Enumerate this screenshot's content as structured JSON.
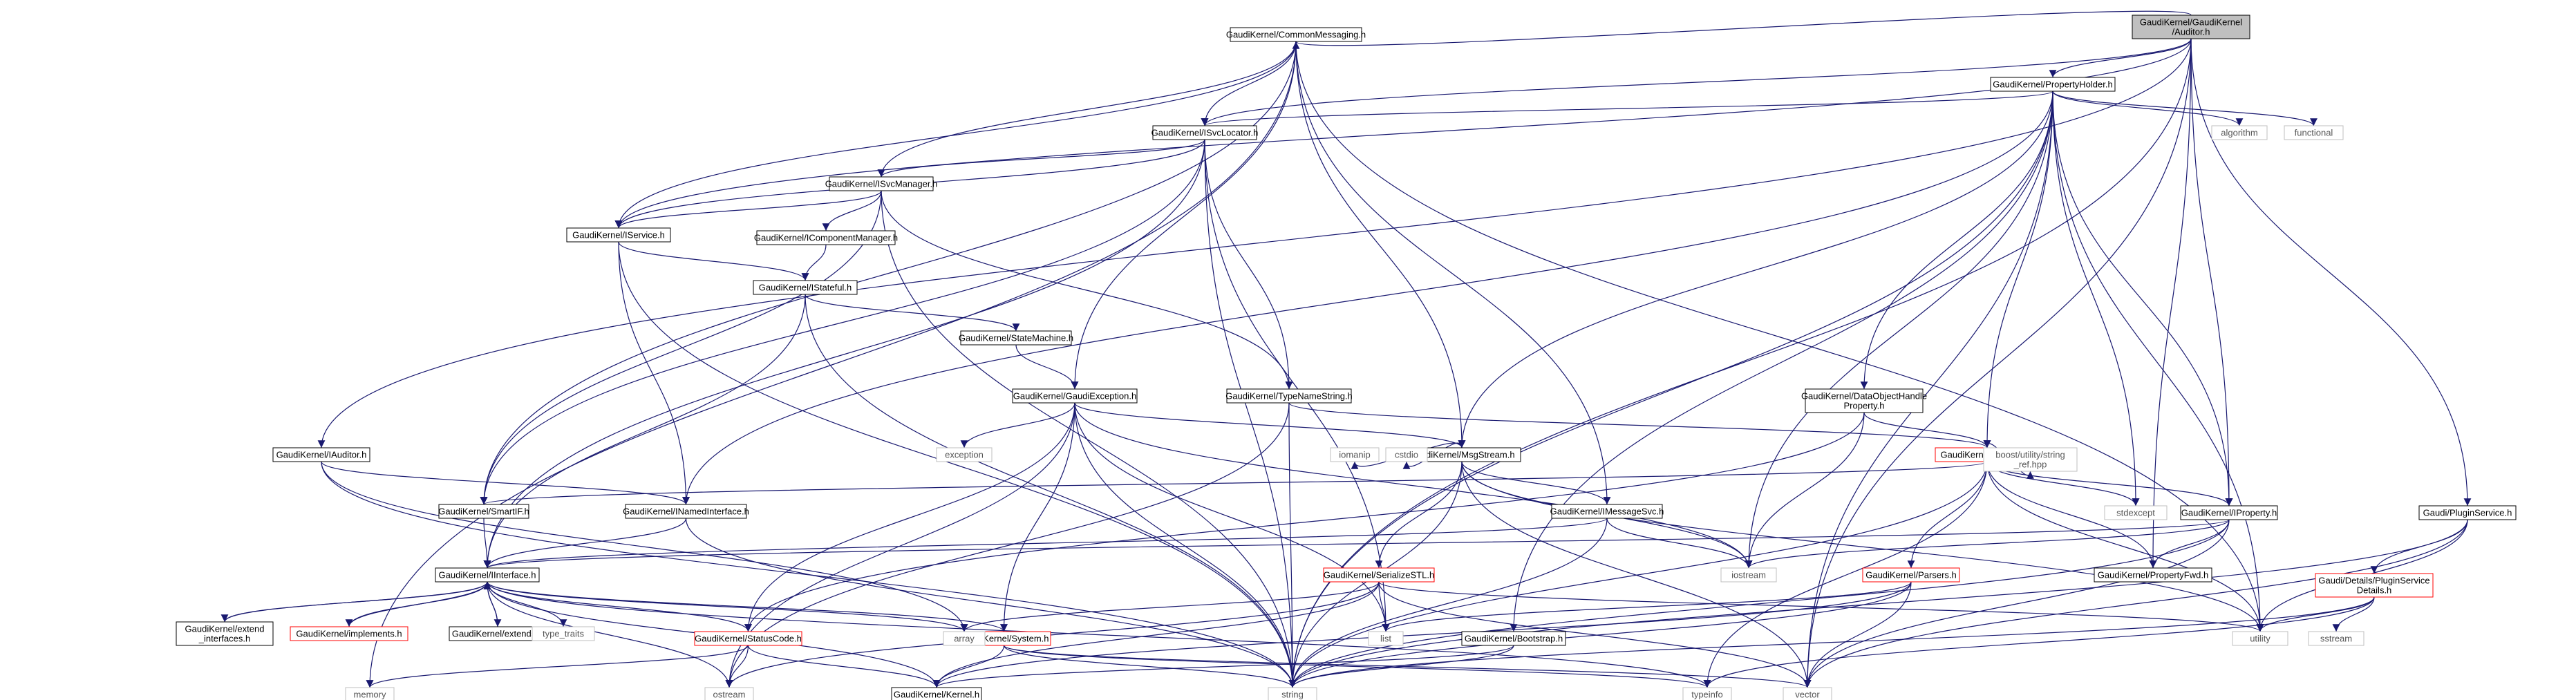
{
  "colors": {
    "edge": "#191970",
    "bordered": "#000000",
    "missing": "#ff0000",
    "plain": "#bfbfbf",
    "root_fill": "#bfbfbf"
  },
  "nodes": [
    {
      "id": "auditor",
      "lines": [
        "GaudiKernel/GaudiKernel",
        "/Auditor.h"
      ],
      "style": "root"
    },
    {
      "id": "commonmessaging",
      "lines": [
        "GaudiKernel/CommonMessaging.h"
      ],
      "style": "bordered"
    },
    {
      "id": "propertyholder",
      "lines": [
        "GaudiKernel/PropertyHolder.h"
      ],
      "style": "bordered"
    },
    {
      "id": "isvclocator",
      "lines": [
        "GaudiKernel/ISvcLocator.h"
      ],
      "style": "bordered"
    },
    {
      "id": "isvcmanager",
      "lines": [
        "GaudiKernel/ISvcManager.h"
      ],
      "style": "bordered"
    },
    {
      "id": "iservice",
      "lines": [
        "GaudiKernel/IService.h"
      ],
      "style": "bordered"
    },
    {
      "id": "icomponentmanager",
      "lines": [
        "GaudiKernel/IComponentManager.h"
      ],
      "style": "bordered"
    },
    {
      "id": "istateful",
      "lines": [
        "GaudiKernel/IStateful.h"
      ],
      "style": "bordered"
    },
    {
      "id": "statemachine",
      "lines": [
        "GaudiKernel/StateMachine.h"
      ],
      "style": "bordered"
    },
    {
      "id": "gaudiexception",
      "lines": [
        "GaudiKernel/GaudiException.h"
      ],
      "style": "bordered"
    },
    {
      "id": "typenamestring",
      "lines": [
        "GaudiKernel/TypeNameString.h"
      ],
      "style": "bordered"
    },
    {
      "id": "dataobjecthandleproperty",
      "lines": [
        "GaudiKernel/DataObjectHandle",
        "Property.h"
      ],
      "style": "bordered"
    },
    {
      "id": "iauditor",
      "lines": [
        "GaudiKernel/IAuditor.h"
      ],
      "style": "bordered"
    },
    {
      "id": "msgstream",
      "lines": [
        "GaudiKernel/MsgStream.h"
      ],
      "style": "bordered"
    },
    {
      "id": "property",
      "lines": [
        "GaudiKernel/Property.h"
      ],
      "style": "missing"
    },
    {
      "id": "smartif",
      "lines": [
        "GaudiKernel/SmartIF.h"
      ],
      "style": "bordered"
    },
    {
      "id": "inamedinterface",
      "lines": [
        "GaudiKernel/INamedInterface.h"
      ],
      "style": "bordered"
    },
    {
      "id": "imessagesvc",
      "lines": [
        "GaudiKernel/IMessageSvc.h"
      ],
      "style": "bordered"
    },
    {
      "id": "iproperty",
      "lines": [
        "GaudiKernel/IProperty.h"
      ],
      "style": "bordered"
    },
    {
      "id": "pluginservice",
      "lines": [
        "Gaudi/PluginService.h"
      ],
      "style": "bordered"
    },
    {
      "id": "iinterface",
      "lines": [
        "GaudiKernel/IInterface.h"
      ],
      "style": "bordered"
    },
    {
      "id": "serializestl",
      "lines": [
        "GaudiKernel/SerializeSTL.h"
      ],
      "style": "missing"
    },
    {
      "id": "parsers",
      "lines": [
        "GaudiKernel/Parsers.h"
      ],
      "style": "missing"
    },
    {
      "id": "propertyfwd",
      "lines": [
        "GaudiKernel/PropertyFwd.h"
      ],
      "style": "bordered"
    },
    {
      "id": "pluginservicedetails",
      "lines": [
        "Gaudi/Details/PluginService",
        "Details.h"
      ],
      "style": "missing"
    },
    {
      "id": "extendinterfaces",
      "lines": [
        "GaudiKernel/extend",
        "_interfaces.h"
      ],
      "style": "bordered"
    },
    {
      "id": "implements",
      "lines": [
        "GaudiKernel/implements.h"
      ],
      "style": "missing"
    },
    {
      "id": "extends",
      "lines": [
        "GaudiKernel/extends.h"
      ],
      "style": "bordered"
    },
    {
      "id": "statuscode",
      "lines": [
        "GaudiKernel/StatusCode.h"
      ],
      "style": "missing"
    },
    {
      "id": "system",
      "lines": [
        "GaudiKernel/System.h"
      ],
      "style": "missing"
    },
    {
      "id": "bootstrap",
      "lines": [
        "GaudiKernel/Bootstrap.h"
      ],
      "style": "bordered"
    },
    {
      "id": "kernel",
      "lines": [
        "GaudiKernel/Kernel.h"
      ],
      "style": "bordered"
    },
    {
      "id": "algorithm",
      "lines": [
        "algorithm"
      ],
      "style": "plain"
    },
    {
      "id": "functional",
      "lines": [
        "functional"
      ],
      "style": "plain"
    },
    {
      "id": "exception",
      "lines": [
        "exception"
      ],
      "style": "plain"
    },
    {
      "id": "iomanip",
      "lines": [
        "iomanip"
      ],
      "style": "plain"
    },
    {
      "id": "cstdio",
      "lines": [
        "cstdio"
      ],
      "style": "plain"
    },
    {
      "id": "refhpp",
      "lines": [
        "boost/utility/string",
        "_ref.hpp"
      ],
      "style": "plain"
    },
    {
      "id": "stdexcept",
      "lines": [
        "stdexcept"
      ],
      "style": "plain"
    },
    {
      "id": "type_traits",
      "lines": [
        "type_traits"
      ],
      "style": "plain"
    },
    {
      "id": "array",
      "lines": [
        "array"
      ],
      "style": "plain"
    },
    {
      "id": "list",
      "lines": [
        "list"
      ],
      "style": "plain"
    },
    {
      "id": "iostream",
      "lines": [
        "iostream"
      ],
      "style": "plain"
    },
    {
      "id": "utility",
      "lines": [
        "utility"
      ],
      "style": "plain"
    },
    {
      "id": "sstream",
      "lines": [
        "sstream"
      ],
      "style": "plain"
    },
    {
      "id": "memory",
      "lines": [
        "memory"
      ],
      "style": "plain"
    },
    {
      "id": "ostream",
      "lines": [
        "ostream"
      ],
      "style": "plain"
    },
    {
      "id": "string",
      "lines": [
        "string"
      ],
      "style": "plain"
    },
    {
      "id": "typeinfo",
      "lines": [
        "typeinfo"
      ],
      "style": "plain"
    },
    {
      "id": "vector",
      "lines": [
        "vector"
      ],
      "style": "plain"
    }
  ],
  "edges": [
    [
      "auditor",
      "commonmessaging"
    ],
    [
      "auditor",
      "propertyholder"
    ],
    [
      "auditor",
      "isvclocator"
    ],
    [
      "auditor",
      "iservice"
    ],
    [
      "auditor",
      "iauditor"
    ],
    [
      "auditor",
      "iproperty"
    ],
    [
      "auditor",
      "pluginservice"
    ],
    [
      "auditor",
      "string"
    ],
    [
      "auditor",
      "vector"
    ],
    [
      "auditor",
      "propertyfwd"
    ],
    [
      "commonmessaging",
      "isvclocator"
    ],
    [
      "commonmessaging",
      "isvcmanager"
    ],
    [
      "commonmessaging",
      "iservice"
    ],
    [
      "commonmessaging",
      "smartif"
    ],
    [
      "commonmessaging",
      "gaudiexception"
    ],
    [
      "commonmessaging",
      "msgstream"
    ],
    [
      "commonmessaging",
      "imessagesvc"
    ],
    [
      "commonmessaging",
      "memory"
    ],
    [
      "commonmessaging",
      "utility"
    ],
    [
      "propertyholder",
      "isvclocator"
    ],
    [
      "propertyholder",
      "msgstream"
    ],
    [
      "propertyholder",
      "property"
    ],
    [
      "propertyholder",
      "iproperty"
    ],
    [
      "propertyholder",
      "dataobjecthandleproperty"
    ],
    [
      "propertyholder",
      "inamedinterface"
    ],
    [
      "propertyholder",
      "bootstrap"
    ],
    [
      "propertyholder",
      "algorithm"
    ],
    [
      "propertyholder",
      "functional"
    ],
    [
      "propertyholder",
      "stdexcept"
    ],
    [
      "propertyholder",
      "string"
    ],
    [
      "propertyholder",
      "utility"
    ],
    [
      "propertyholder",
      "vector"
    ],
    [
      "propertyholder",
      "iostream"
    ],
    [
      "isvclocator",
      "isvcmanager"
    ],
    [
      "isvclocator",
      "iservice"
    ],
    [
      "isvclocator",
      "smartif"
    ],
    [
      "isvclocator",
      "typenamestring"
    ],
    [
      "isvclocator",
      "iinterface"
    ],
    [
      "isvclocator",
      "string"
    ],
    [
      "isvclocator",
      "list"
    ],
    [
      "isvcmanager",
      "iservice"
    ],
    [
      "isvcmanager",
      "icomponentmanager"
    ],
    [
      "isvcmanager",
      "smartif"
    ],
    [
      "isvcmanager",
      "typenamestring"
    ],
    [
      "isvcmanager",
      "string"
    ],
    [
      "iservice",
      "istateful"
    ],
    [
      "iservice",
      "inamedinterface"
    ],
    [
      "iservice",
      "string"
    ],
    [
      "icomponentmanager",
      "istateful"
    ],
    [
      "istateful",
      "statemachine"
    ],
    [
      "istateful",
      "iinterface"
    ],
    [
      "istateful",
      "string"
    ],
    [
      "statemachine",
      "gaudiexception"
    ],
    [
      "gaudiexception",
      "msgstream"
    ],
    [
      "gaudiexception",
      "statuscode"
    ],
    [
      "gaudiexception",
      "system"
    ],
    [
      "gaudiexception",
      "exception"
    ],
    [
      "gaudiexception",
      "string"
    ],
    [
      "gaudiexception",
      "iostream"
    ],
    [
      "gaudiexception",
      "ostream"
    ],
    [
      "gaudiexception",
      "list"
    ],
    [
      "typenamestring",
      "property"
    ],
    [
      "typenamestring",
      "string"
    ],
    [
      "typenamestring",
      "ostream"
    ],
    [
      "dataobjecthandleproperty",
      "property"
    ],
    [
      "dataobjecthandleproperty",
      "statuscode"
    ],
    [
      "dataobjecthandleproperty",
      "iostream"
    ],
    [
      "iauditor",
      "inamedinterface"
    ],
    [
      "iauditor",
      "string"
    ],
    [
      "iauditor",
      "array"
    ],
    [
      "msgstream",
      "imessagesvc"
    ],
    [
      "msgstream",
      "serializestl"
    ],
    [
      "msgstream",
      "iomanip"
    ],
    [
      "msgstream",
      "cstdio"
    ],
    [
      "msgstream",
      "string"
    ],
    [
      "msgstream",
      "iostream"
    ],
    [
      "msgstream",
      "vector"
    ],
    [
      "msgstream",
      "utility"
    ],
    [
      "property",
      "smartif"
    ],
    [
      "property",
      "iproperty"
    ],
    [
      "property",
      "parsers"
    ],
    [
      "property",
      "propertyfwd"
    ],
    [
      "property",
      "refhpp"
    ],
    [
      "property",
      "stdexcept"
    ],
    [
      "property",
      "string"
    ],
    [
      "property",
      "typeinfo"
    ],
    [
      "property",
      "utility"
    ],
    [
      "smartif",
      "iinterface"
    ],
    [
      "inamedinterface",
      "iinterface"
    ],
    [
      "inamedinterface",
      "string"
    ],
    [
      "imessagesvc",
      "iinterface"
    ],
    [
      "imessagesvc",
      "iostream"
    ],
    [
      "imessagesvc",
      "string"
    ],
    [
      "iproperty",
      "iinterface"
    ],
    [
      "iproperty",
      "propertyfwd"
    ],
    [
      "iproperty",
      "iostream"
    ],
    [
      "iproperty",
      "string"
    ],
    [
      "iproperty",
      "vector"
    ],
    [
      "pluginservice",
      "pluginservicedetails"
    ],
    [
      "pluginservice",
      "string"
    ],
    [
      "pluginservice",
      "utility"
    ],
    [
      "pluginservice",
      "vector"
    ],
    [
      "iinterface",
      "extendinterfaces"
    ],
    [
      "iinterface",
      "implements"
    ],
    [
      "iinterface",
      "extends"
    ],
    [
      "iinterface",
      "statuscode"
    ],
    [
      "iinterface",
      "system"
    ],
    [
      "iinterface",
      "kernel"
    ],
    [
      "iinterface",
      "type_traits"
    ],
    [
      "iinterface",
      "array"
    ],
    [
      "iinterface",
      "ostream"
    ],
    [
      "iinterface",
      "typeinfo"
    ],
    [
      "extendinterfaces",
      "iinterface"
    ],
    [
      "implements",
      "iinterface"
    ],
    [
      "extends",
      "iinterface"
    ],
    [
      "serializestl",
      "array"
    ],
    [
      "serializestl",
      "list"
    ],
    [
      "serializestl",
      "ostream"
    ],
    [
      "serializestl",
      "utility"
    ],
    [
      "serializestl",
      "vector"
    ],
    [
      "serializestl",
      "kernel"
    ],
    [
      "parsers",
      "list"
    ],
    [
      "parsers",
      "string"
    ],
    [
      "parsers",
      "vector"
    ],
    [
      "parsers",
      "kernel"
    ],
    [
      "pluginservicedetails",
      "sstream"
    ],
    [
      "pluginservicedetails",
      "string"
    ],
    [
      "pluginservicedetails",
      "typeinfo"
    ],
    [
      "pluginservicedetails",
      "utility"
    ],
    [
      "statuscode",
      "kernel"
    ],
    [
      "statuscode",
      "ostream"
    ],
    [
      "statuscode",
      "memory"
    ],
    [
      "system",
      "kernel"
    ],
    [
      "system",
      "string"
    ],
    [
      "system",
      "typeinfo"
    ],
    [
      "system",
      "vector"
    ],
    [
      "bootstrap",
      "kernel"
    ],
    [
      "bootstrap",
      "string"
    ]
  ]
}
